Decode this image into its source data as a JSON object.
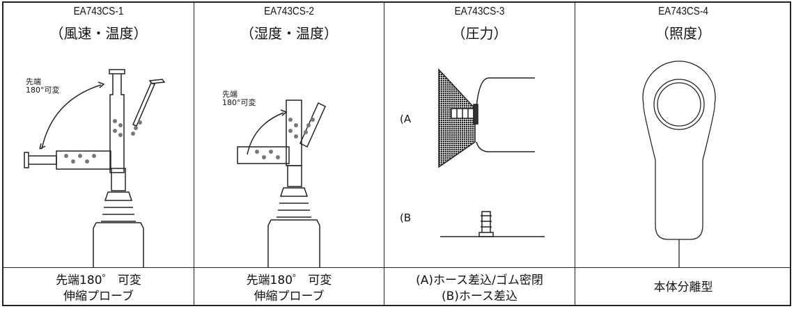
{
  "columns": [
    {
      "model": "EA743CS-1",
      "type": "（風速・温度）",
      "note_line1": "先端",
      "note_line2": "180°可変",
      "caption_line1": "先端180゜ 可変",
      "caption_line2": "伸縮プローブ"
    },
    {
      "model": "EA743CS-2",
      "type": "（湿度・温度）",
      "note_line1": "先端",
      "note_line2": "180°可変",
      "caption_line1": "先端180゜ 可変",
      "caption_line2": "伸縮プローブ"
    },
    {
      "model": "EA743CS-3",
      "type": "（圧力）",
      "label_a": "(A",
      "label_b": "(B",
      "caption_line1": "(A)ホース差込/ゴム密閉",
      "caption_line2": "(B)ホース差込"
    },
    {
      "model": "EA743CS-4",
      "type": "（照度）",
      "caption_line1": "本体分離型"
    }
  ]
}
